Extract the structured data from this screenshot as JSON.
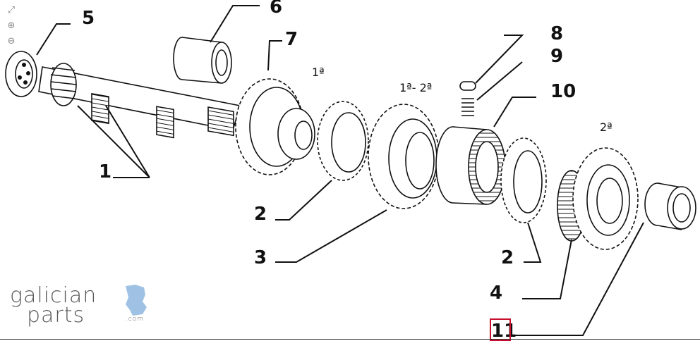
{
  "viewer_controls": {
    "expand_icon": "expand-icon",
    "zoom_in_icon": "zoom-in-icon",
    "zoom_out_icon": "zoom-out-icon"
  },
  "callouts": [
    "1",
    "2",
    "2",
    "3",
    "4",
    "5",
    "6",
    "7",
    "8",
    "9",
    "10",
    "11"
  ],
  "gear_labels": {
    "first": "1ª",
    "first_second": "1ª- 2ª",
    "second": "2ª"
  },
  "logo": {
    "line1": "galician",
    "line2": "parts",
    "suffix": ".com"
  },
  "colors": {
    "ink": "#111111",
    "highlight": "#c8102e",
    "logo_text": "#5a5a5a",
    "logo_map": "#9fc2e4"
  }
}
